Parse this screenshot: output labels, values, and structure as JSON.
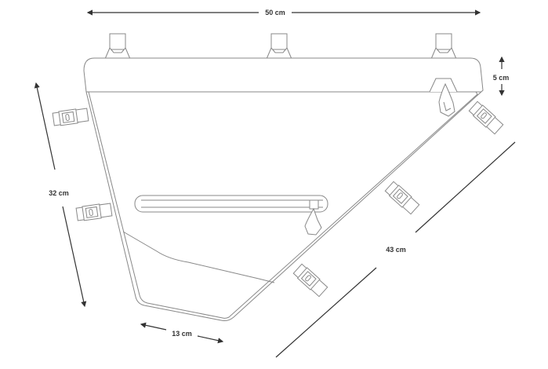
{
  "title": "Frame bag dimensions",
  "dimensions": {
    "top_length": "50 cm",
    "top_height": "5 cm",
    "front_height": "32 cm",
    "diagonal_length": "43 cm",
    "bottom_length": "13 cm"
  },
  "colors": {
    "outline": "#888888",
    "dimension": "#333333"
  }
}
